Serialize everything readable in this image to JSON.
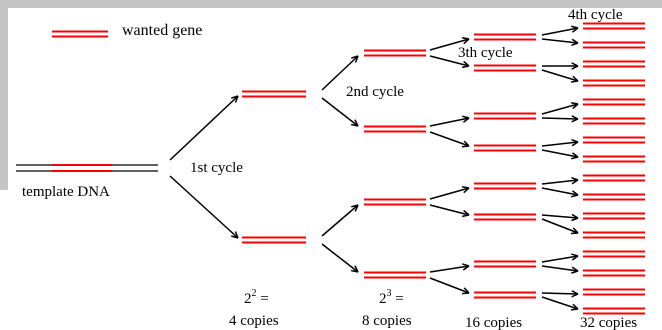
{
  "legend": {
    "label": "wanted gene"
  },
  "template": {
    "label": "template DNA"
  },
  "cycles": [
    {
      "label": "1st cycle"
    },
    {
      "label": "2nd cycle"
    },
    {
      "label": "3th cycle"
    },
    {
      "label": "4th cycle"
    }
  ],
  "counts": [
    {
      "formula_base": "2",
      "formula_exp": "2",
      "formula_tail": " =",
      "label": "4 copies"
    },
    {
      "formula_base": "2",
      "formula_exp": "3",
      "formula_tail": " =",
      "label": "8 copies"
    },
    {
      "label": "16 copies"
    },
    {
      "label": "32 copies"
    }
  ],
  "colors": {
    "gene": "#ff0000",
    "strand": "#000000",
    "frame": "#c4c4c4"
  }
}
